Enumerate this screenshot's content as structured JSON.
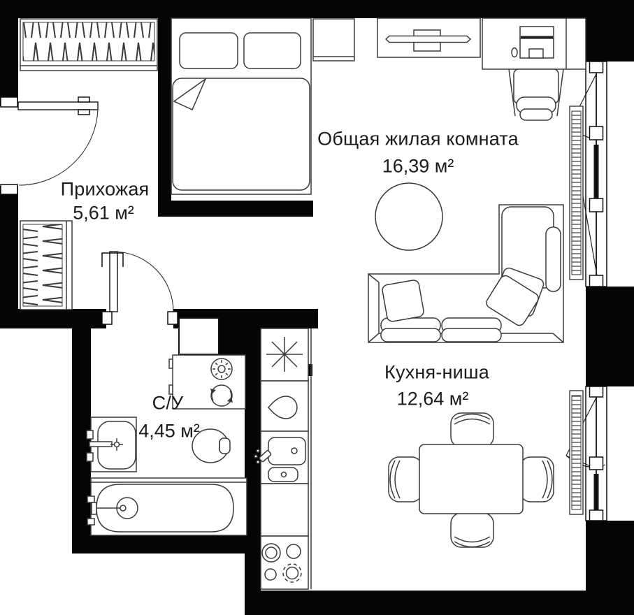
{
  "rooms": {
    "hallway": {
      "name": "Прихожая",
      "area": "5,61 м²"
    },
    "living_room": {
      "name": "Общая жилая комната",
      "area": "16,39 м²"
    },
    "bathroom": {
      "name": "С/У",
      "area": "4,45 м²"
    },
    "kitchen_niche": {
      "name": "Кухня-ниша",
      "area": "12,64 м²"
    }
  },
  "furniture_icons": [
    "hanger-wardrobe-top",
    "hanger-wardrobe-side",
    "double-bed",
    "dresser",
    "tv-console",
    "desk-with-computer",
    "office-chair",
    "corner-sofa",
    "round-rug",
    "dining-table",
    "dining-chair",
    "refrigerator-asterisk-icon",
    "water-drop-icon",
    "kitchen-sink",
    "cooktop-4-burners",
    "washing-machine-icon",
    "dryer-icon",
    "duct-shaft",
    "bathroom-sink",
    "toilet",
    "bathtub",
    "radiator",
    "casement-window",
    "entrance-door",
    "bathroom-door"
  ],
  "colors": {
    "background": "#ffffff",
    "walls": "#050505",
    "furniture_line": "#3a3a3a",
    "text": "#1c1c1c"
  }
}
